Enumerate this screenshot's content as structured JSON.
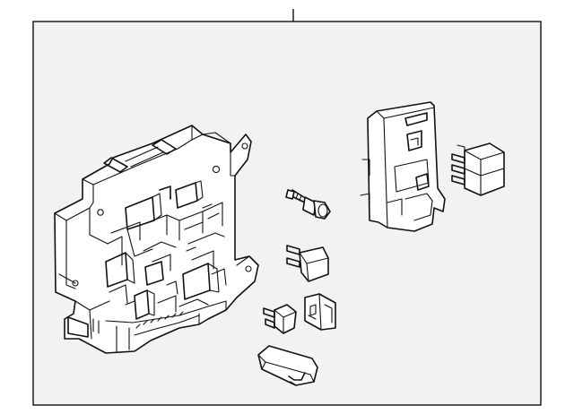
{
  "diagram": {
    "kind": "exploded parts diagram",
    "callouts": [],
    "colors": {
      "line": "#111111",
      "frame_fill": "#f2f2f2",
      "background": "#ffffff"
    },
    "parts": [
      {
        "id": "fuse-relay-box",
        "icon": "junction-box-icon"
      },
      {
        "id": "relay-cover",
        "icon": "cover-icon"
      },
      {
        "id": "relay-block",
        "icon": "relay-icon"
      },
      {
        "id": "bolt",
        "icon": "bolt-icon"
      },
      {
        "id": "relay-small",
        "icon": "relay-icon"
      },
      {
        "id": "mini-fuse",
        "icon": "fuse-icon"
      },
      {
        "id": "blade-fuse",
        "icon": "fuse-icon"
      },
      {
        "id": "fuse-puller",
        "icon": "puller-icon"
      }
    ]
  }
}
